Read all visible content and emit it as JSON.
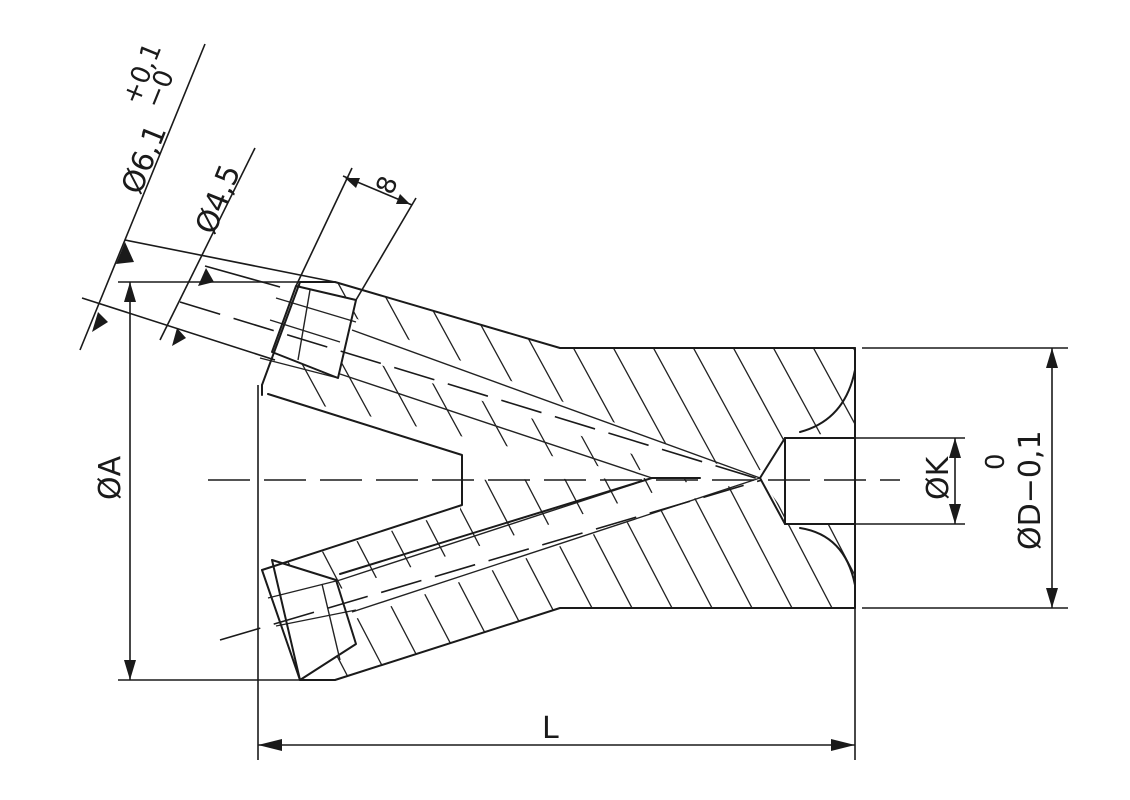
{
  "drawing": {
    "dimensions": {
      "diameter_6_1": "Ø6,1",
      "tol_upper": "+0,1",
      "tol_lower": "−0",
      "diameter_4_5": "Ø4,5",
      "chamfer": "8",
      "diameter_A": "ØA",
      "diameter_K": "ØK",
      "diameter_D": "ØD−0,1",
      "diameter_D_upper": "0",
      "length_L": "L"
    }
  }
}
